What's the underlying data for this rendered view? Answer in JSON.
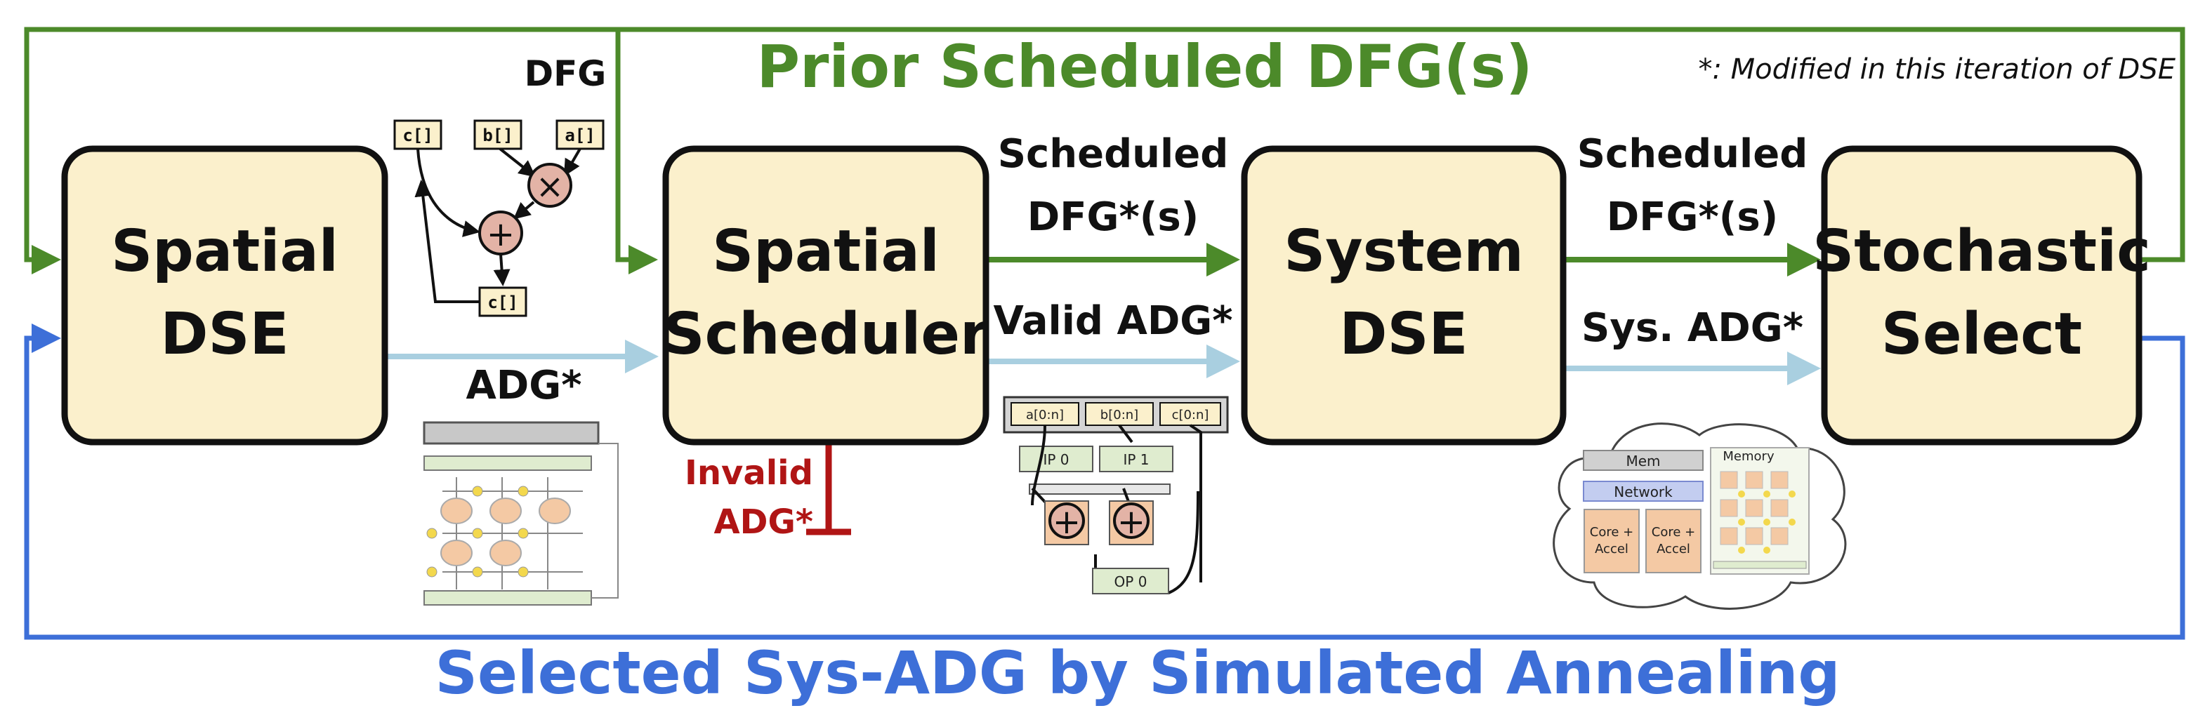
{
  "titles": {
    "feedback_top": "Prior Scheduled DFG(s)",
    "feedback_bottom": "Selected Sys-ADG by Simulated Annealing",
    "note": "*: Modified in this iteration of DSE"
  },
  "boxes": {
    "spatial_dse": [
      "Spatial",
      "DSE"
    ],
    "spatial_scheduler": [
      "Spatial",
      "Scheduler"
    ],
    "system_dse": [
      "System",
      "DSE"
    ],
    "stochastic_select": [
      "Stochastic",
      "Select"
    ]
  },
  "edges": {
    "adg": "ADG*",
    "scheduled_dfg_1": [
      "Scheduled",
      "DFG*(s)"
    ],
    "valid_adg": "Valid ADG*",
    "scheduled_dfg_2": [
      "Scheduled",
      "DFG*(s)"
    ],
    "sys_adg": "Sys. ADG*",
    "invalid_adg": [
      "Invalid",
      "ADG*"
    ]
  },
  "dfg_inset": {
    "label": "DFG",
    "nodes": [
      "c[]",
      "b[]",
      "a[]",
      "c[]"
    ],
    "ops": [
      "×",
      "+"
    ]
  },
  "schedule_inset": {
    "ports": [
      "a[0:n]",
      "b[0:n]",
      "c[0:n]"
    ],
    "ips": [
      "IP 0",
      "IP 1"
    ],
    "ops": [
      "+",
      "+"
    ],
    "op_out": "OP 0"
  },
  "system_inset": {
    "labels": [
      "Mem",
      "Network",
      "Memory"
    ],
    "cores": [
      "Core +",
      "Accel",
      "Core +",
      "Accel"
    ]
  },
  "colors": {
    "green": "#4c8a2a",
    "blue": "#3d6fd8",
    "light_blue": "#a9cfe0",
    "box_fill": "#fbf0cc",
    "invalid_red": "#b01515"
  }
}
